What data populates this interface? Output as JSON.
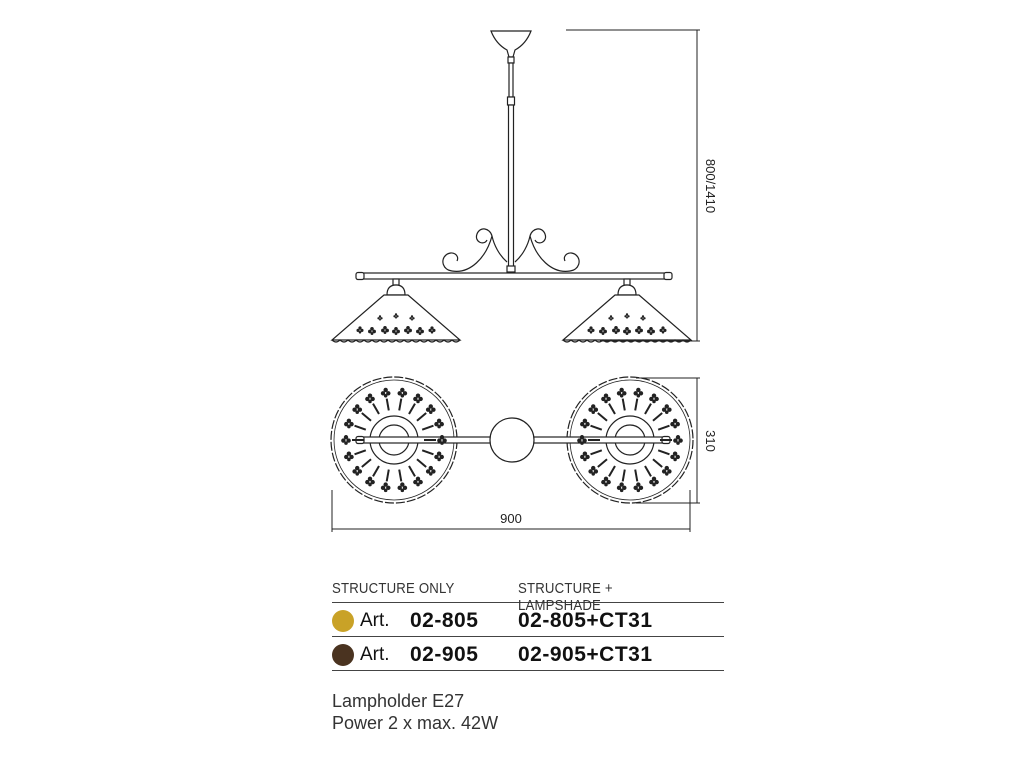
{
  "dimensions": {
    "height": "800/1410",
    "depth": "310",
    "width": "900"
  },
  "table": {
    "headers": [
      "STRUCTURE ONLY",
      "STRUCTURE + LAMPSHADE"
    ],
    "rows": [
      {
        "finish_color": "#C9A227",
        "prefix": "Art.",
        "structure_code": "02-805",
        "lampshade_code": "02-805+CT31"
      },
      {
        "finish_color": "#4A3320",
        "prefix": "Art.",
        "structure_code": "02-905",
        "lampshade_code": "02-905+CT31"
      }
    ]
  },
  "specs": {
    "lampholder": "Lampholder E27",
    "power": "Power 2 x max. 42W"
  }
}
